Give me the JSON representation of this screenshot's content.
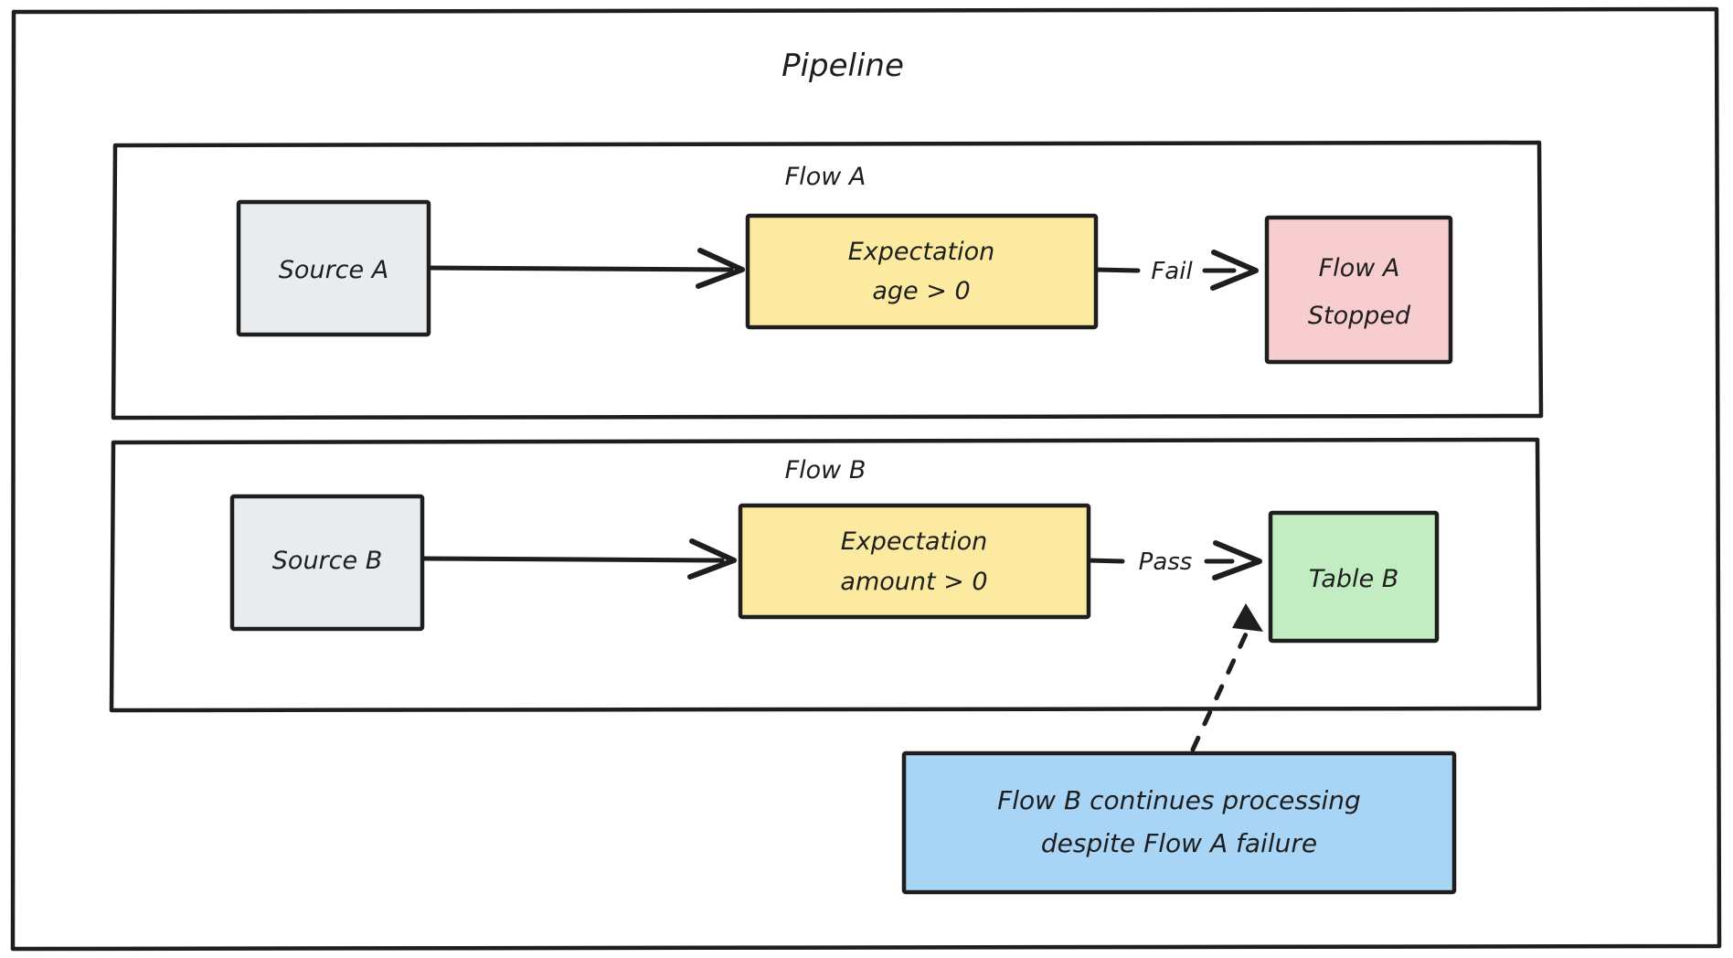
{
  "diagram": {
    "title": "Pipeline",
    "subgraphs": [
      {
        "id": "flow-a",
        "label": "Flow A"
      },
      {
        "id": "flow-b",
        "label": "Flow B"
      }
    ],
    "nodes": [
      {
        "id": "source-a",
        "label": "Source A",
        "color": "#e8ecef"
      },
      {
        "id": "expectation-a",
        "line1": "Expectation",
        "line2": "age > 0",
        "color": "#fbeaa0"
      },
      {
        "id": "flow-a-stopped",
        "line1": "Flow A",
        "line2": "Stopped",
        "color": "#f8cdd0"
      },
      {
        "id": "source-b",
        "label": "Source B",
        "color": "#e8ecef"
      },
      {
        "id": "expectation-b",
        "line1": "Expectation",
        "line2": "amount > 0",
        "color": "#fbeaa0"
      },
      {
        "id": "table-b",
        "label": "Table B",
        "color": "#c2edc2"
      },
      {
        "id": "note",
        "line1": "Flow B continues processing",
        "line2": "despite Flow A failure",
        "color": "#a8d4f5"
      }
    ],
    "edges": [
      {
        "from": "source-a",
        "to": "expectation-a",
        "label": "",
        "style": "solid"
      },
      {
        "from": "expectation-a",
        "to": "flow-a-stopped",
        "label": "Fail",
        "style": "solid"
      },
      {
        "from": "source-b",
        "to": "expectation-b",
        "label": "",
        "style": "solid"
      },
      {
        "from": "expectation-b",
        "to": "table-b",
        "label": "Pass",
        "style": "solid"
      },
      {
        "from": "note",
        "to": "table-b",
        "label": "",
        "style": "dashed"
      }
    ],
    "colors": {
      "stroke": "#1e1e1e",
      "background": "#ffffff",
      "gray": "#e8ecef",
      "yellow": "#fbeaa0",
      "pink": "#f8cdd0",
      "green": "#c2edc2",
      "blue": "#a8d4f5"
    }
  }
}
